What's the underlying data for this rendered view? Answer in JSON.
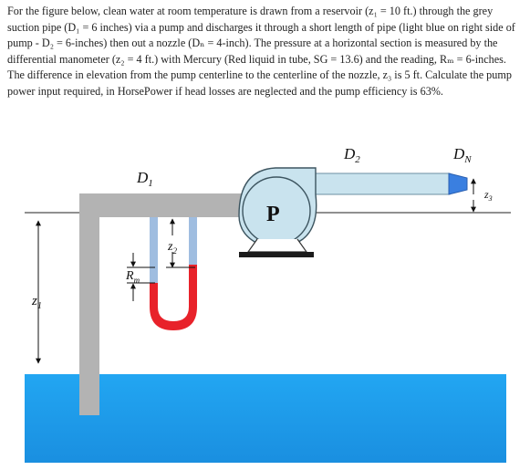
{
  "problem": {
    "text": "For the figure below, clean water at room temperature is drawn from a reservoir (z₁ = 10 ft.) through the grey suction pipe (D₁ = 6 inches) via a pump and discharges it through a short length of pipe (light blue on right side of pump - D₂ = 6-inches) then out a nozzle (Dₙ = 4-inch). The pressure at a horizontal section is measured by the differential manometer (z₂ = 4 ft.) with Mercury (Red liquid in tube, SG = 13.6) and the reading, Rₘ = 6-inches. The difference in elevation from the pump centerline to the centerline of the nozzle, z₃ is 5 ft. Calculate the pump power input required, in HorsePower if head losses are neglected and the pump efficiency is 63%."
  },
  "figure": {
    "labels": {
      "d1": "D",
      "d1_sub": "1",
      "d2": "D",
      "d2_sub": "2",
      "dn": "D",
      "dn_sub": "N",
      "z1": "z",
      "z1_sub": "1",
      "z2": "z",
      "z2_sub": "2",
      "z3": "z",
      "z3_sub": "3",
      "rm": "R",
      "rm_sub": "m",
      "pump": "P"
    },
    "colors": {
      "suction_pipe": "#b3b3b3",
      "discharge_pipe": "#c9e3ee",
      "manometer_air": "#9fbde0",
      "mercury": "#e8222a",
      "water_top": "#22a6f2",
      "water_bottom": "#1a8fe0",
      "nozzle": "#3a7fe0"
    }
  }
}
